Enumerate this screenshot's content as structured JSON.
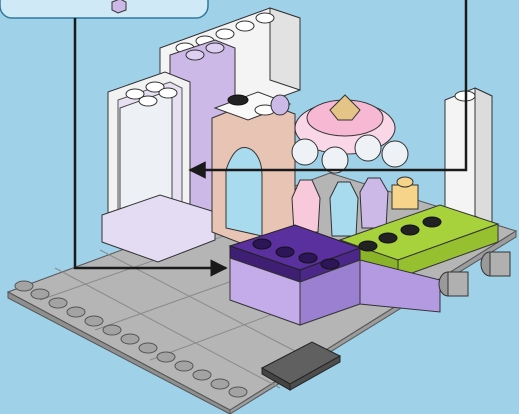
{
  "scene": {
    "background_color": "#9fd1e8",
    "callout_box_color": "#cfe9f6",
    "callout_box_border": "#2f78a0",
    "callout_icon": "small-lilac-brick-icon",
    "line_color": "#1a1a1a",
    "arrows": [
      {
        "name": "arrow-to-shelf",
        "target": "shelf-interior"
      },
      {
        "name": "arrow-to-dark-purple-plate",
        "target": "dark-purple-1x4-plate"
      }
    ],
    "palette": {
      "baseplate": "#b5b5b5",
      "baseplate_dark": "#8f8f8f",
      "white": "#f4f4f4",
      "lavender": "#cdb9e8",
      "purple": "#9b7fd0",
      "dark_purple": "#5a2f9e",
      "lime": "#a8d23c",
      "pink": "#f6b8d2",
      "tan_pink": "#e8c4b4",
      "light_blue": "#a9dbee",
      "dark_tile": "#606060"
    }
  }
}
